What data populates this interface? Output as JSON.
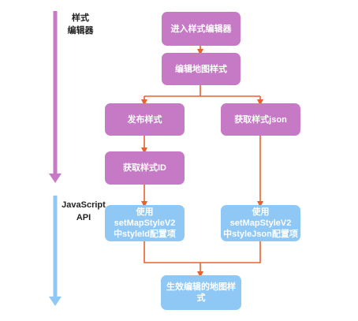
{
  "phases": {
    "style_editor": {
      "line1": "样式",
      "line2": "编辑器"
    },
    "javascript_api": {
      "line1": "JavaScript",
      "line2": "API"
    }
  },
  "nodes": {
    "enter_editor": "进入样式编辑器",
    "edit_style": "编辑地图样式",
    "publish_style": "发布样式",
    "get_style_json": "获取样式json",
    "get_style_id": "获取样式ID",
    "use_style_id": {
      "line1": "使用setMapStyleV2",
      "line2": "中styleId配置项"
    },
    "use_style_json": {
      "line1": "使用setMapStyleV2",
      "line2": "中styleJson配置项"
    },
    "effective_style": "生效编辑的地图样式"
  },
  "colors": {
    "editor_phase": "#c679c5",
    "api_phase": "#8fc8f5",
    "connector": "#e8622d"
  }
}
